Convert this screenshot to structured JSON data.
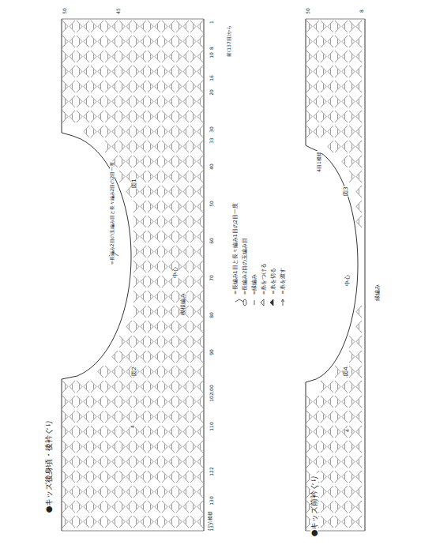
{
  "diagram": {
    "labels": [
      "●キッズ後身頃・後衿ぐり",
      "●キッズ前衿ぐり",
      "中心",
      "中心",
      "模様編み",
      "縁編み",
      "図1",
      "図2",
      "図3",
      "図4",
      "4目1模様",
      "4目1模様",
      "前(137目)から",
      "=長編み2目の玉編み目と長々編み2目の2目一度",
      "1",
      "8",
      "10",
      "16",
      "20",
      "30",
      "33",
      "40",
      "50",
      "60",
      "70",
      "80",
      "90",
      "100",
      "102",
      "110",
      "122",
      "130",
      "137",
      "50",
      "45",
      "50",
      "8",
      "4",
      "4"
    ],
    "legend": [
      {
        "text": "=長編み1目と長々編み1目の2目一度"
      },
      {
        "text": "=長編み2目の玉編み目"
      },
      {
        "text": "=縁編み"
      },
      {
        "text": "=糸をつける"
      },
      {
        "text": "=糸を切る"
      },
      {
        "text": "=糸を渡す"
      }
    ]
  }
}
